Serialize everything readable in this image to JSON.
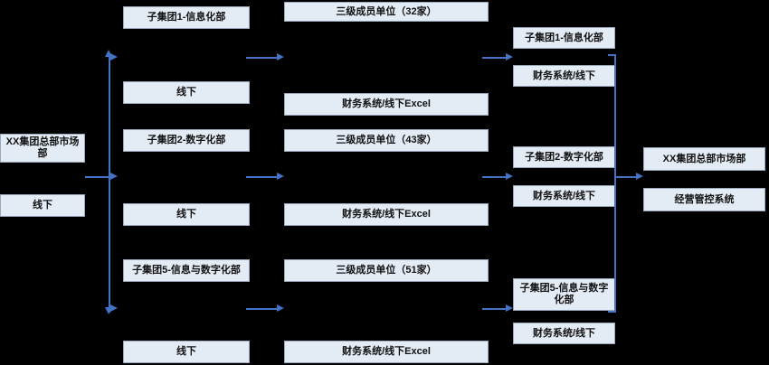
{
  "diagram": {
    "background_color": "#000000",
    "node_fill": "#e3ebf5",
    "node_border": "#9aa8bb",
    "connector_color": "#4472c4"
  },
  "source": {
    "org": "XX集团总部市场部",
    "channel": "线下"
  },
  "columns": {
    "subgroup": [
      {
        "org": "子集团1-信息化部",
        "channel": "线下"
      },
      {
        "org": "子集团2-数字化部",
        "channel": "线下"
      },
      {
        "org": "子集团5-信息与数字化部",
        "channel": "线下"
      }
    ],
    "members": [
      {
        "org": "三级成员单位（32家）",
        "channel": "财务系统/线下Excel"
      },
      {
        "org": "三级成员单位（43家）",
        "channel": "财务系统/线下Excel"
      },
      {
        "org": "三级成员单位（51家）",
        "channel": "财务系统/线下Excel"
      }
    ],
    "subgroup_return": [
      {
        "org": "子集团1-信息化部",
        "channel": "财务系统/线下"
      },
      {
        "org": "子集团2-数字化部",
        "channel": "财务系统/线下"
      },
      {
        "org": "子集团5-信息与数字化部",
        "channel": "财务系统/线下"
      }
    ]
  },
  "target": {
    "org": "XX集团总部市场部",
    "channel": "经营管控系统"
  }
}
